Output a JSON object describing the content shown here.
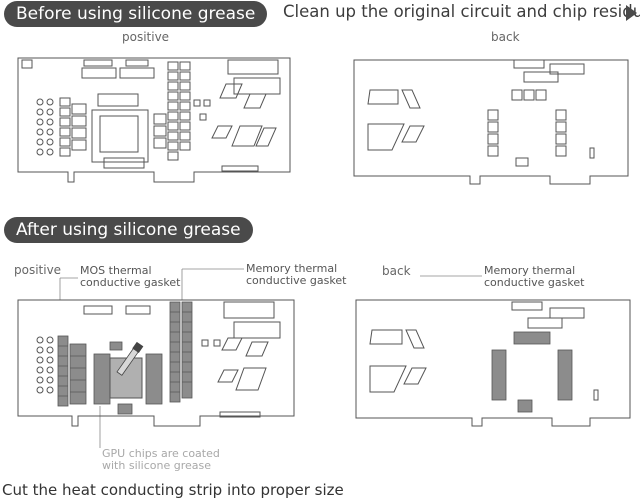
{
  "top": {
    "title": "Before using silicone grease",
    "instruction": "Clean up the original circuit and chip residue",
    "label_positive": "positive",
    "label_back": "back"
  },
  "bottom": {
    "title": "After using silicone grease",
    "label_positive": "positive",
    "label_back": "back",
    "mos_callout_line1": "MOS thermal",
    "mos_callout_line2": "conductive gasket",
    "memory_callout_left_line1": "Memory thermal",
    "memory_callout_left_line2": "conductive gasket",
    "memory_callout_right_line1": "Memory thermal",
    "memory_callout_right_line2": "conductive gasket",
    "gpu_note_line1": "GPU chips are coated",
    "gpu_note_line2": "with silicone grease"
  },
  "footer": {
    "text": "Cut the heat conducting strip into proper size"
  },
  "colors": {
    "pill_bg": "#4a4a4a",
    "outline": "#555555",
    "pad_fill": "#8c8c8c",
    "note_text": "#a8a8a8"
  }
}
